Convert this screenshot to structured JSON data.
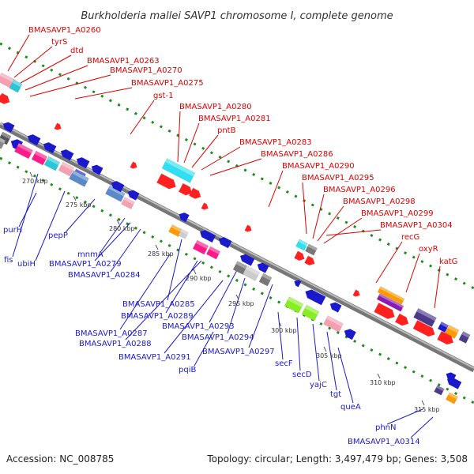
{
  "title": "Burkholderia mallei SAVP1 chromosome I, complete genome",
  "footer": {
    "accession": "Accession: NC_008785",
    "stats": "Topology: circular; Length: 3,497,479 bp; Genes: 3,508"
  },
  "colors": {
    "forward_label": "#dd0000",
    "reverse_label": "#1a1acc",
    "backbone": "#8a8a8a",
    "dotted_track": "#1e8c1e"
  },
  "ticks": [
    "270 kbp",
    "275 kbp",
    "280 kbp",
    "285 kbp",
    "290 kbp",
    "295 kbp",
    "300 kbp",
    "305 kbp",
    "310 kbp",
    "315 kbp"
  ],
  "forward_labels": [
    "BMASAVP1_A0260",
    "tyrS",
    "dtd",
    "BMASAVP1_A0263",
    "BMASAVP1_A0270",
    "BMASAVP1_A0275",
    "gst-1",
    "BMASAVP1_A0280",
    "BMASAVP1_A0281",
    "pntB",
    "BMASAVP1_A0283",
    "BMASAVP1_A0286",
    "BMASAVP1_A0290",
    "BMASAVP1_A0295",
    "BMASAVP1_A0296",
    "BMASAVP1_A0298",
    "BMASAVP1_A0299",
    "BMASAVP1_A0304",
    "recG",
    "oxyR",
    "katG"
  ],
  "reverse_labels": [
    "purH",
    "fis",
    "ubiH",
    "pepP",
    "mnmA",
    "BMASAVP1_A0279",
    "BMASAVP1_A0284",
    "BMASAVP1_A0285",
    "BMASAVP1_A0289",
    "BMASAVP1_A0287",
    "BMASAVP1_A0288",
    "BMASAVP1_A0293",
    "BMASAVP1_A0294",
    "BMASAVP1_A0291",
    "BMASAVP1_A0297",
    "pqiB",
    "secF",
    "secD",
    "yajC",
    "tgt",
    "queA",
    "phnN",
    "BMASAVP1_A0314"
  ]
}
